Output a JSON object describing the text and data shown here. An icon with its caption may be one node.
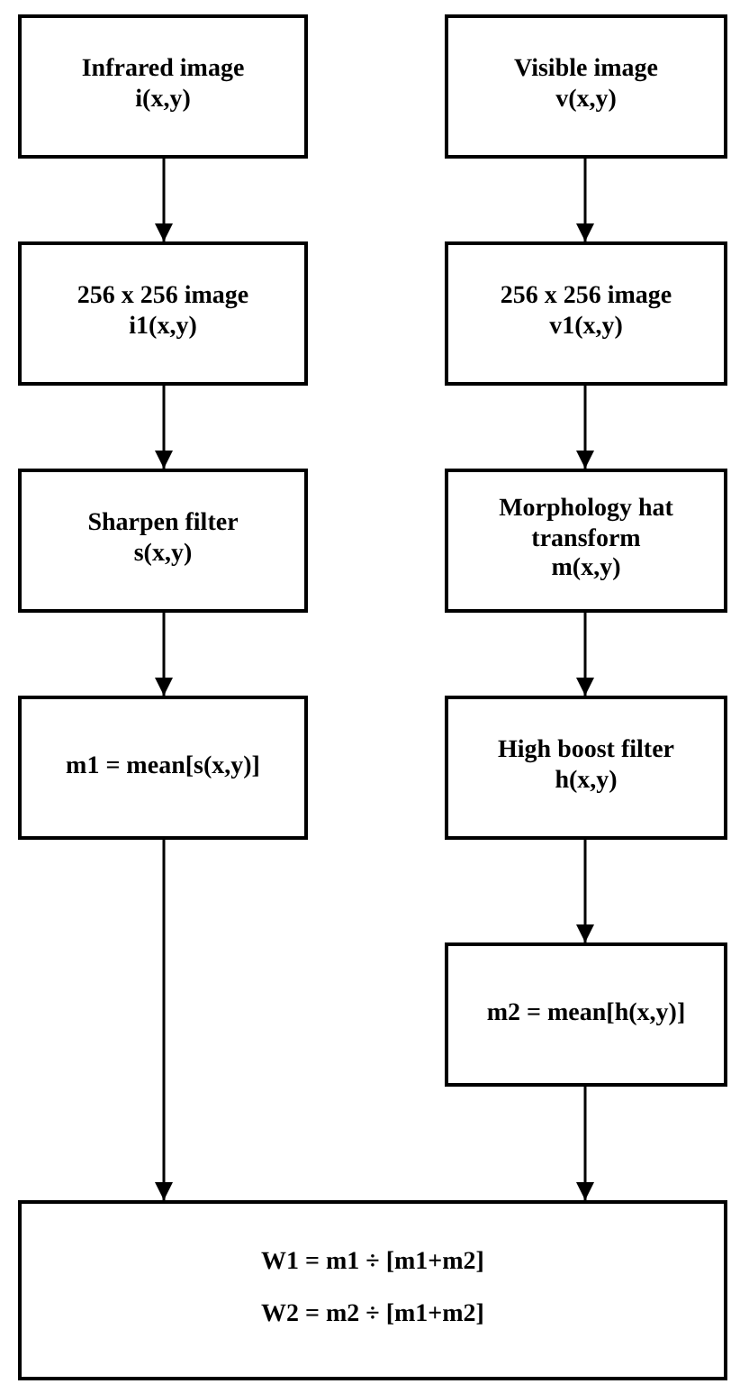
{
  "diagram": {
    "nodes": [
      {
        "text": [
          "Infrared image",
          "i(x,y)"
        ]
      },
      {
        "text": [
          "Visible image",
          "v(x,y)"
        ]
      },
      {
        "text": [
          "256 x 256 image",
          "i1(x,y)"
        ]
      },
      {
        "text": [
          "256 x 256 image",
          "v1(x,y)"
        ]
      },
      {
        "text": [
          "Sharpen filter",
          "s(x,y)"
        ]
      },
      {
        "text": [
          "Morphology hat transform",
          "m(x,y)"
        ]
      },
      {
        "text": [
          "m1 = mean[s(x,y)]"
        ]
      },
      {
        "text": [
          "High boost filter",
          "h(x,y)"
        ]
      },
      {
        "text": [
          "m2 = mean[h(x,y)]"
        ]
      },
      {
        "text": [
          "W1 = m1 ÷ [m1+m2]",
          "W2 = m2 ÷ [m1+m2]"
        ]
      }
    ],
    "edges": [
      {
        "from": 0,
        "to": 2,
        "arrow": "to"
      },
      {
        "from": 2,
        "to": 4,
        "arrow": "to"
      },
      {
        "from": 4,
        "to": 6,
        "arrow": "to"
      },
      {
        "from": 6,
        "to": 9,
        "arrow": "to"
      },
      {
        "from": 1,
        "to": 3,
        "arrow": "to"
      },
      {
        "from": 3,
        "to": 5,
        "arrow": "to"
      },
      {
        "from": 5,
        "to": 7,
        "arrow": "to"
      },
      {
        "from": 7,
        "to": 8,
        "arrow": "to"
      },
      {
        "from": 8,
        "to": 9,
        "arrow": "to"
      }
    ]
  }
}
